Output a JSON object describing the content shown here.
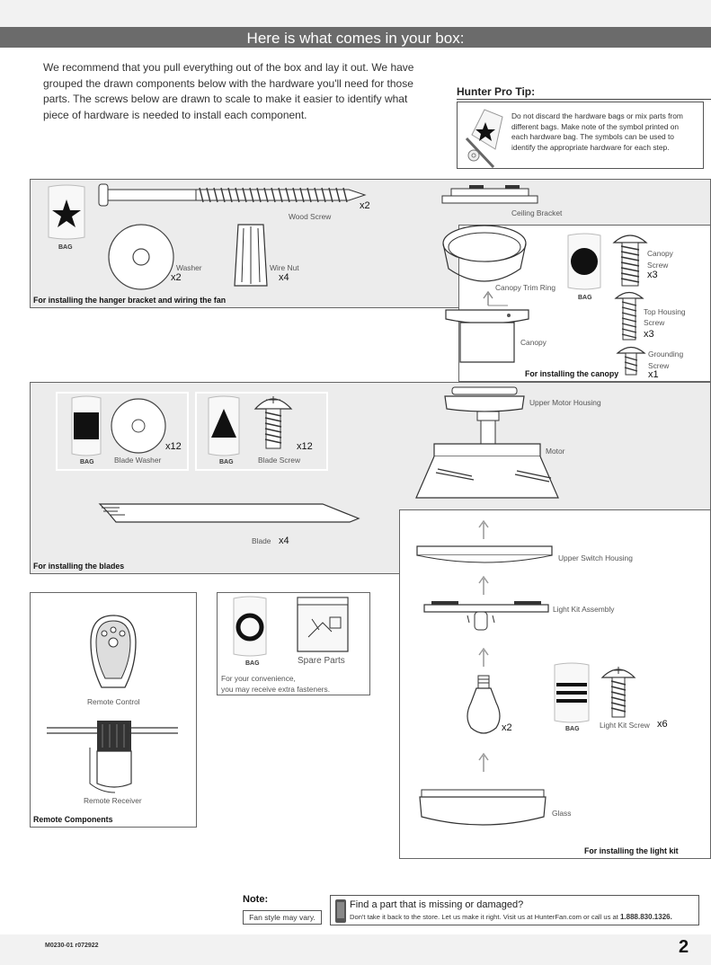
{
  "header": {
    "title": "Here is what comes in your box:"
  },
  "intro": {
    "text": "We recommend that you pull everything out of the box and lay it out. We have grouped the drawn components below with the hardware you'll need for those parts. The screws below are drawn to scale to make it easier to identify what piece of hardware is needed to install each component."
  },
  "tip": {
    "title": "Hunter Pro Tip:",
    "text": "Do not discard the hardware bags or mix parts from different bags. Make note of the symbol printed on each hardware bag. The symbols can be used to identify the appropriate hardware for each step."
  },
  "bag_word": "BAG",
  "hanger": {
    "caption": "For installing the hanger bracket and wiring the fan",
    "wood_screw": {
      "label": "Wood Screw",
      "qty": "x2"
    },
    "washer": {
      "label": "Washer",
      "qty": "x2"
    },
    "wire_nut": {
      "label": "Wire Nut",
      "qty": "x4"
    },
    "ceiling_bracket": "Ceiling Bracket"
  },
  "canopy": {
    "caption": "For installing the canopy",
    "trim_ring": "Canopy Trim Ring",
    "canopy_label": "Canopy",
    "canopy_screw": {
      "label_1": "Canopy",
      "label_2": "Screw",
      "qty": "x3"
    },
    "top_housing_screw": {
      "label_1": "Top Housing",
      "label_2": "Screw",
      "qty": "x3"
    },
    "grounding_screw": {
      "label_1": "Grounding",
      "label_2": "Screw",
      "qty": "x1"
    }
  },
  "blades": {
    "caption": "For installing the blades",
    "blade_washer": {
      "label": "Blade Washer",
      "qty": "x12"
    },
    "blade_screw": {
      "label": "Blade Screw",
      "qty": "x12"
    },
    "blade": {
      "label": "Blade",
      "qty": "x4"
    },
    "upper_motor_housing": "Upper Motor Housing",
    "motor": "Motor"
  },
  "light_kit": {
    "caption": "For installing the light kit",
    "upper_switch_housing": "Upper Switch Housing",
    "light_kit_assembly": "Light Kit Assembly",
    "bulb_qty": "x2",
    "light_kit_screw": {
      "label": "Light Kit Screw",
      "qty": "x6"
    },
    "glass": "Glass"
  },
  "remote": {
    "caption": "Remote Components",
    "control": "Remote Control",
    "receiver": "Remote Receiver"
  },
  "spare": {
    "label": "Spare Parts",
    "note_1": "For your convenience,",
    "note_2": "you may receive extra fasteners."
  },
  "note": {
    "title": "Note:",
    "text": "Fan style may vary."
  },
  "help": {
    "title": "Find a part that is missing or damaged?",
    "text": "Don't take it back to the store. Let us make it right. Visit us at HunterFan.com or call us at ",
    "phone": "1.888.830.1326."
  },
  "footer": {
    "doc_code": "M0230-01 r072922",
    "page": "2"
  }
}
